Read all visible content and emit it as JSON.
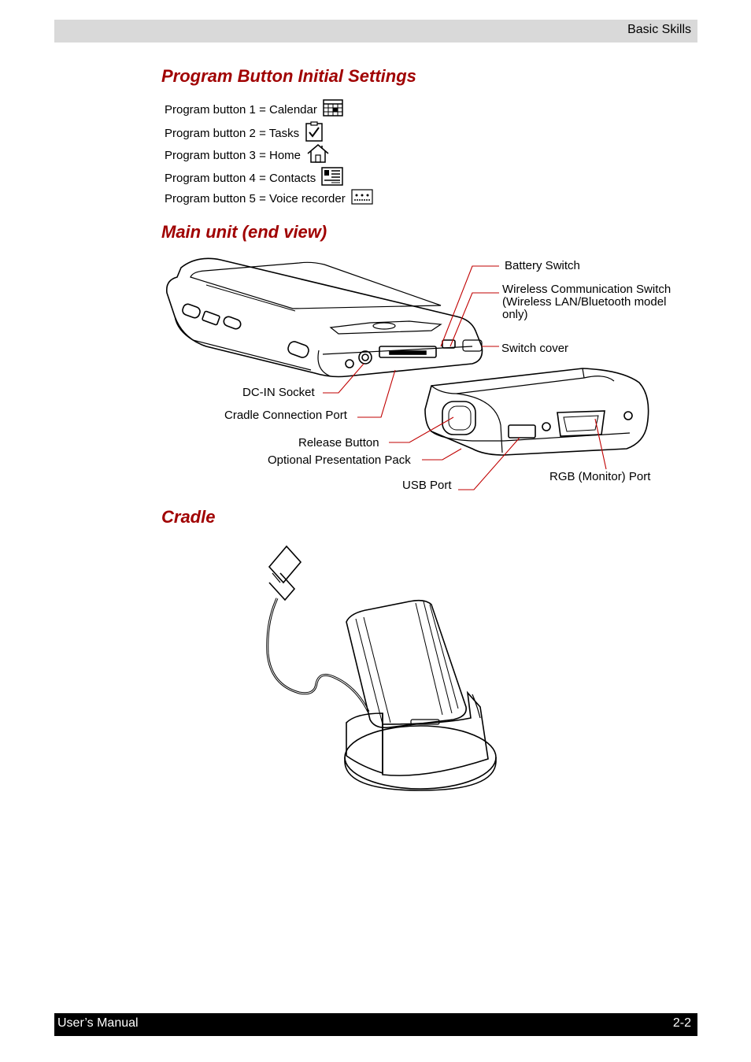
{
  "header": {
    "title": "Basic Skills"
  },
  "footer": {
    "left": "User’s Manual",
    "right": "2-2"
  },
  "sections": {
    "program_buttons": {
      "title": "Program Button Initial Settings",
      "items": [
        {
          "label": "Program button 1 = Calendar",
          "icon": "calendar-icon"
        },
        {
          "label": "Program button 2 = Tasks",
          "icon": "tasks-icon"
        },
        {
          "label": "Program button 3 = Home",
          "icon": "home-icon"
        },
        {
          "label": "Program button 4 = Contacts",
          "icon": "contacts-icon"
        },
        {
          "label": "Program button 5 = Voice recorder",
          "icon": "voice-recorder-icon"
        }
      ]
    },
    "main_unit": {
      "title": "Main unit (end view)",
      "callouts": {
        "battery_switch": "Battery Switch",
        "wireless_switch_line1": "Wireless Communication Switch",
        "wireless_switch_line2": "(Wireless LAN/Bluetooth model",
        "wireless_switch_line3": "only)",
        "switch_cover": "Switch cover",
        "dc_in": "DC-IN Socket",
        "cradle_port": "Cradle Connection Port",
        "release_button": "Release Button",
        "presentation_pack": "Optional Presentation Pack",
        "usb_port": "USB Port",
        "rgb_port": "RGB (Monitor) Port"
      }
    },
    "cradle": {
      "title": "Cradle"
    }
  },
  "colors": {
    "accent": "#a00000",
    "callout_line": "#c00000"
  }
}
